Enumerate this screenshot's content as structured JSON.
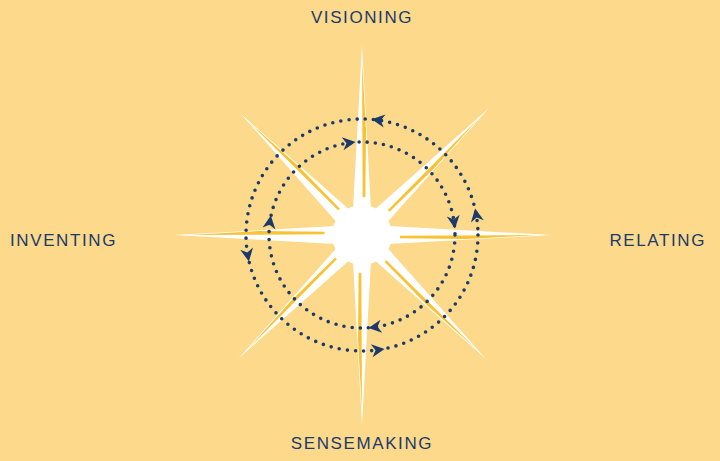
{
  "diagram": {
    "labels": [
      "VISIONING",
      "INVENTING",
      "RELATING",
      "SENSEMAKING"
    ]
  }
}
